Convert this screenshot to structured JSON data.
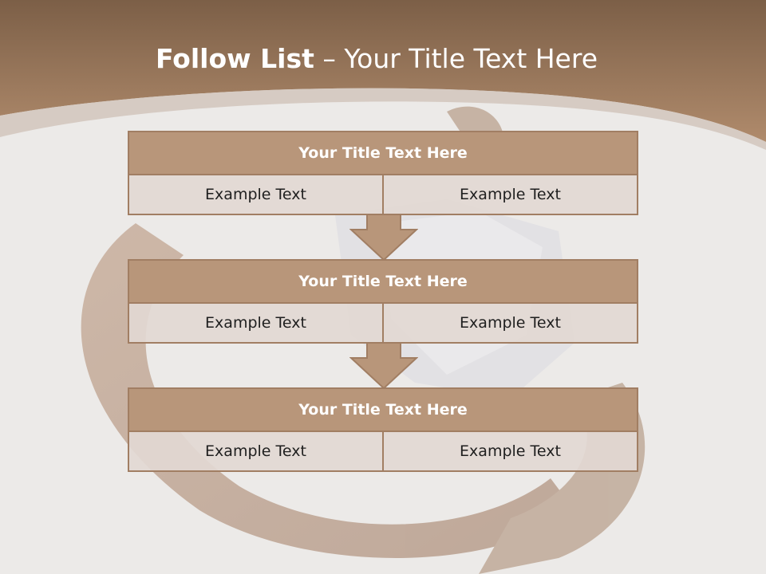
{
  "slide": {
    "title_bold": "Follow List",
    "title_rest": "– Your Title Text Here"
  },
  "blocks": [
    {
      "header": "Your Title Text Here",
      "cells": [
        "Example Text",
        "Example Text"
      ]
    },
    {
      "header": "Your Title Text Here",
      "cells": [
        "Example Text",
        "Example Text"
      ]
    },
    {
      "header": "Your Title Text Here",
      "cells": [
        "Example Text",
        "Example Text"
      ]
    }
  ],
  "colors": {
    "header_fill": "#b8967a",
    "border": "#a17e63",
    "top_band": "#8c6a4e",
    "background": "#eceae8"
  }
}
